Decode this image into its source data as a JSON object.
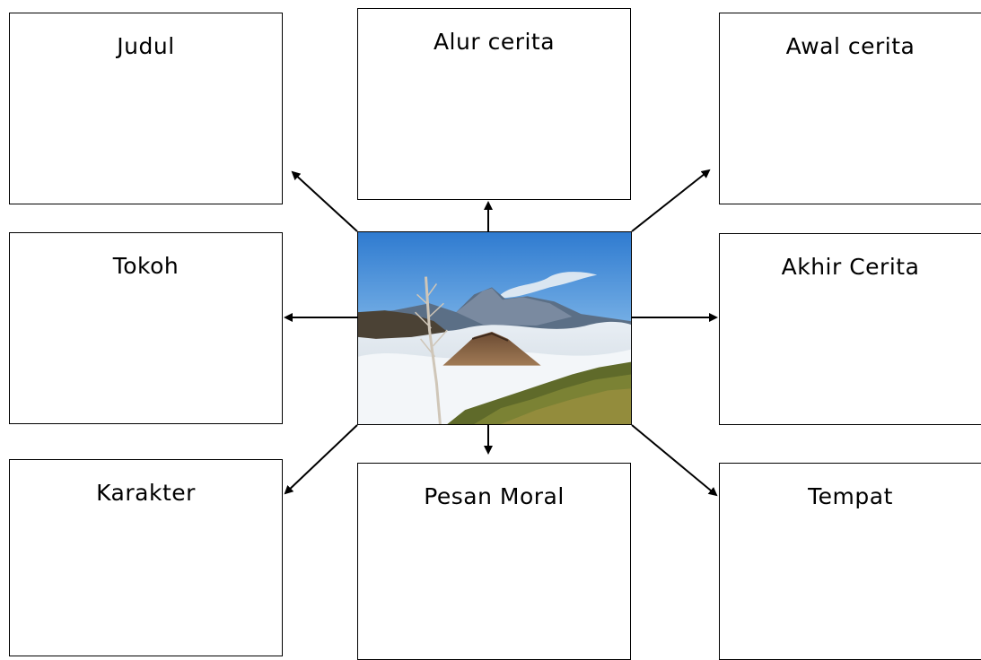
{
  "boxes": {
    "judul": "Judul",
    "alur_cerita": "Alur cerita",
    "awal_cerita": "Awal cerita",
    "tokoh": "Tokoh",
    "akhir_cerita": "Akhir Cerita",
    "karakter": "Karakter",
    "pesan_moral": "Pesan Moral",
    "tempat": "Tempat"
  },
  "center_image": {
    "subject": "volcano landscape above clouds"
  },
  "colors": {
    "line": "#000000",
    "background": "#ffffff"
  }
}
